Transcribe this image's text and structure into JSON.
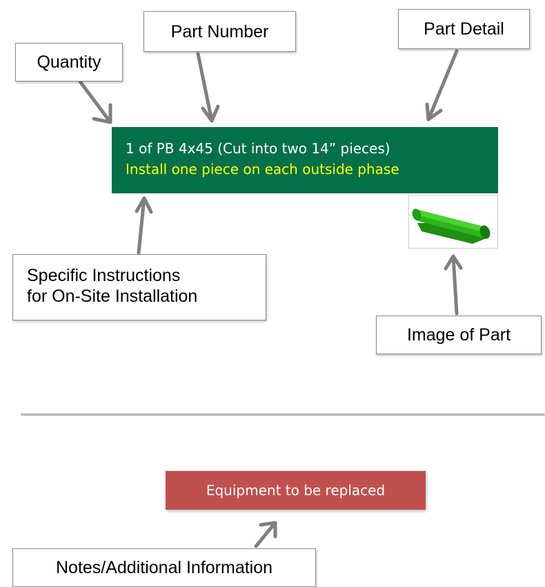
{
  "labels": {
    "quantity": "Quantity",
    "part_number": "Part Number",
    "part_detail": "Part Detail",
    "specific_instructions_line1": "Specific Instructions",
    "specific_instructions_line2": "for On-Site Installation",
    "image_of_part": "Image of Part",
    "notes": "Notes/Additional Information"
  },
  "banner": {
    "line1": "1 of PB 4x45 (Cut into two 14” pieces)",
    "line2": "Install one piece on each outside phase",
    "background_color": "#04704a",
    "line2_color": "#ffff00"
  },
  "equipment_box": {
    "label": "Equipment to be replaced",
    "background_color": "#c0504d"
  },
  "part_image": {
    "icon": "green-busbar-cover-icon"
  }
}
